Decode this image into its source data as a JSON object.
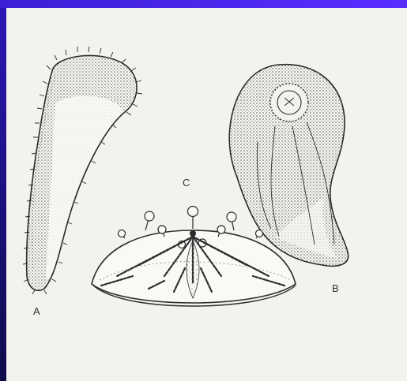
{
  "figure": {
    "labels": {
      "a": "A",
      "b": "B",
      "c": "C"
    }
  },
  "colors": {
    "slide_background": "#2a1a8c",
    "paper": "#f4f2ee",
    "ink": "#2b2b2b"
  }
}
